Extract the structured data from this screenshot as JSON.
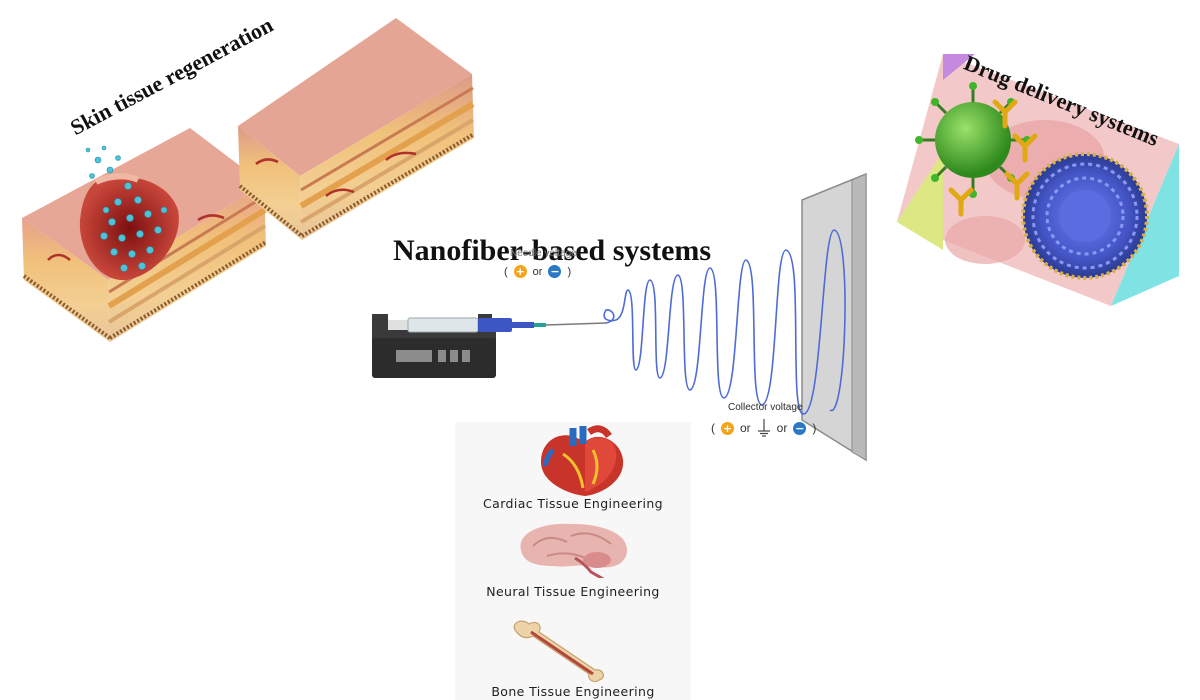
{
  "diagram": {
    "title": "Nanofiber-based systems",
    "skin": {
      "label": "Skin tissue regeneration"
    },
    "drug": {
      "label": "Drug delivery systems"
    },
    "electrospinning": {
      "collector_label": "Collector voltage",
      "needle_label": "Needle voltage",
      "or_text": "or",
      "open_paren": "(",
      "close_paren": ")",
      "plus_symbol": "+",
      "minus_symbol": "−"
    },
    "tissues": [
      {
        "label": "Cardiac Tissue Engineering",
        "icon": "heart-icon"
      },
      {
        "label": "Neural Tissue Engineering",
        "icon": "brain-icon"
      },
      {
        "label": "Bone Tissue Engineering",
        "icon": "bone-icon"
      }
    ],
    "colors": {
      "fiber": "#4f6bd6",
      "collector": "#c9c9c9",
      "syringe_body": "#2c2c2c",
      "needle": "#2f6fc9",
      "skin_top": "#d9927c",
      "skin_fat": "#e8a85a",
      "wound": "#b02a2a",
      "particles": "#4cc3d9",
      "virus": "#3fb52a",
      "antibody": "#f2c22a",
      "liposome": "#4c5fc7"
    }
  }
}
